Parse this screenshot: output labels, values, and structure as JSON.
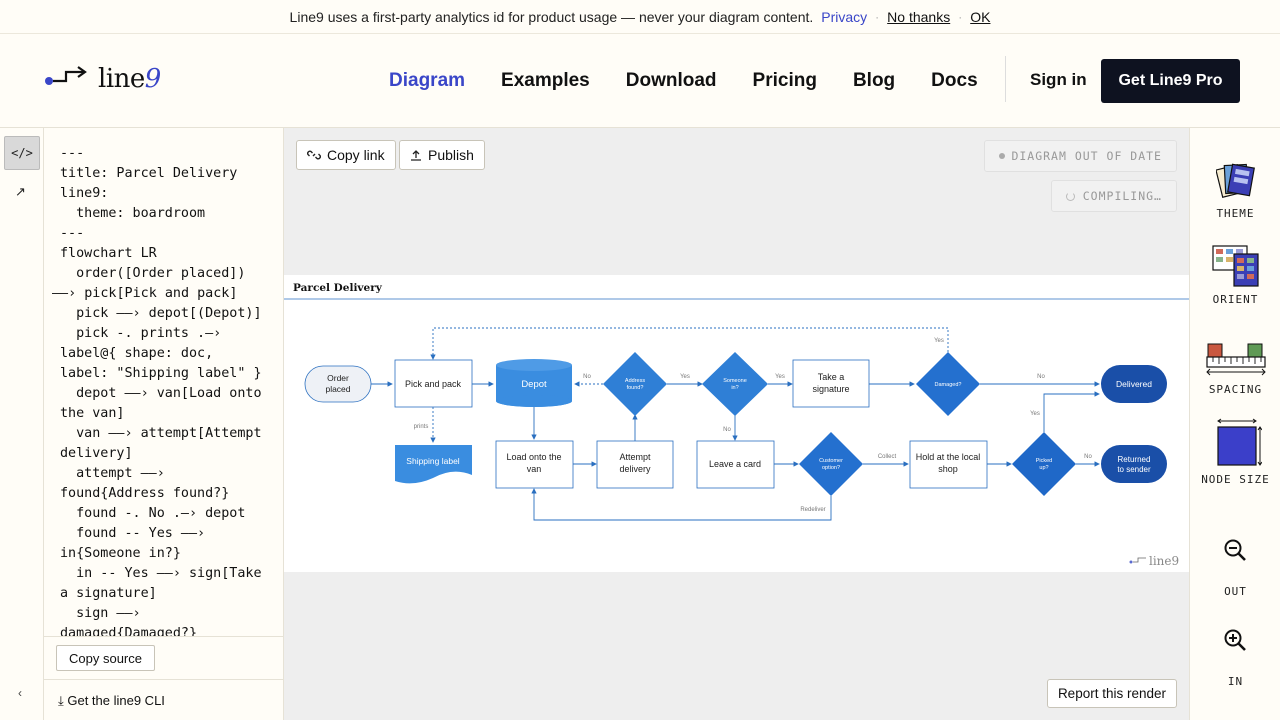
{
  "banner": {
    "message": "Line9 uses a first-party analytics id for product usage — never your diagram content.",
    "privacy": "Privacy",
    "no_thanks": "No thanks",
    "ok": "OK"
  },
  "nav": {
    "logo": "line9",
    "links": [
      "Diagram",
      "Examples",
      "Download",
      "Pricing",
      "Blog",
      "Docs"
    ],
    "active": "Diagram",
    "signin": "Sign in",
    "cta": "Get Line9 Pro"
  },
  "rail": {
    "code_toggle": "</>",
    "popout": "↗",
    "collapse": "‹"
  },
  "source": {
    "lines": [
      "---",
      "title: Parcel Delivery",
      "line9:",
      "  theme: boardroom",
      "---",
      "flowchart LR",
      "  order([Order placed])",
      "——› pick[Pick and pack]",
      "  pick ——› depot[(Depot)]",
      "  pick -. prints .–›",
      "label@{ shape: doc,",
      "label: \"Shipping label\" }",
      "  depot ——› van[Load onto",
      "the van]",
      "  van ——› attempt[Attempt",
      "delivery]",
      "  attempt ——›",
      "found{Address found?}",
      "  found -. No .–› depot",
      "  found -- Yes ——›",
      "in{Someone in?}",
      "  in -- Yes ——› sign[Take",
      "a signature]",
      "  sign ——›",
      "damaged{Damaged?}"
    ],
    "copy_source": "Copy source",
    "cli": "Get the line9 CLI"
  },
  "canvas": {
    "copy_link": "Copy link",
    "publish": "Publish",
    "status_outdated": "DIAGRAM OUT OF DATE",
    "status_compiling": "COMPILING…",
    "report": "Report this render"
  },
  "diagram": {
    "title": "Parcel Delivery",
    "watermark": "line9",
    "nodes": {
      "order": "Order placed",
      "pick": "Pick and pack",
      "depot": "Depot",
      "label": "Shipping label",
      "found": "Address found?",
      "in": "Someone in?",
      "sign": "Take a signature",
      "damaged": "Damaged?",
      "delivered": "Delivered",
      "van": "Load onto the van",
      "attempt": "Attempt delivery",
      "card": "Leave a card",
      "customer": "Customer option?",
      "hold": "Hold at the local shop",
      "picked": "Picked up?",
      "returned": "Returned to sender"
    },
    "edge_labels": {
      "prints": "prints",
      "no1": "No",
      "yes1": "Yes",
      "yes2": "Yes",
      "yes_loop": "Yes",
      "no_damaged": "No",
      "no_in": "No",
      "collect": "Collect",
      "yes_picked": "Yes",
      "no_picked": "No",
      "redeliver": "Redeliver"
    },
    "colors": {
      "blue": "#2f7fd6",
      "dark_blue": "#1c5cb8",
      "navy": "#1a4fa8",
      "stroke": "#2a6fc0"
    }
  },
  "tools": [
    {
      "label": "THEME",
      "icon": "theme-icon"
    },
    {
      "label": "ORIENT",
      "icon": "orient-icon"
    },
    {
      "label": "SPACING",
      "icon": "spacing-icon"
    },
    {
      "label": "NODE SIZE",
      "icon": "node-size-icon"
    },
    {
      "label": "OUT",
      "icon": "zoom-out-icon"
    },
    {
      "label": "IN",
      "icon": "zoom-in-icon"
    }
  ]
}
